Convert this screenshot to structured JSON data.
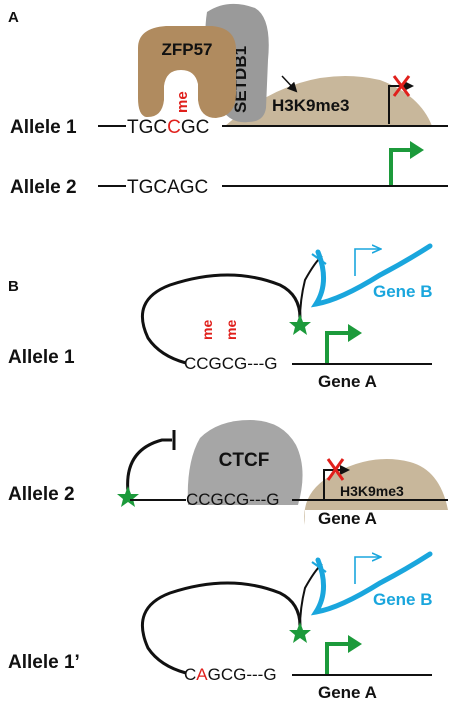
{
  "colors": {
    "zfp57": "#b08b5f",
    "setdb1": "#9a9a9a",
    "ctcf": "#a6a6a6",
    "h3k9me3": "#c8b79b",
    "methyl_red": "#e0201c",
    "active_arrow": "#1c9a3b",
    "gene_b_blue": "#1aa6dd",
    "star_green": "#1c9a3b",
    "line_black": "#111111"
  },
  "panel_a": {
    "label": "A",
    "allele1_label": "Allele 1",
    "seq1_part1": "TGC",
    "seq1_methyl_base": "C",
    "seq1_part2": "GC",
    "methyl_mark": "me",
    "zfp57_label": "ZFP57",
    "setdb1_label": "SETDB1",
    "h3k9me3_label": "H3K9me3",
    "allele2_label": "Allele 2",
    "seq2": "TGCAGC"
  },
  "panel_b": {
    "label": "B",
    "allele1_label": "Allele 1",
    "seq_b1": "CCGCG---G",
    "methyl_mark_1": "me",
    "methyl_mark_2": "me",
    "gene_a_label_1": "Gene A",
    "gene_b_label_1": "Gene B",
    "allele2_label": "Allele 2",
    "ctcf_label": "CTCF",
    "seq_b2": "CCGCG---G",
    "h3k9me3_label": "H3K9me3",
    "gene_a_label_2": "Gene A",
    "allele1p_label": "Allele 1’",
    "seq_b3_part1": "C",
    "seq_b3_mut": "A",
    "seq_b3_part2": "GCG---G",
    "gene_a_label_3": "Gene A",
    "gene_b_label_3": "Gene B"
  }
}
